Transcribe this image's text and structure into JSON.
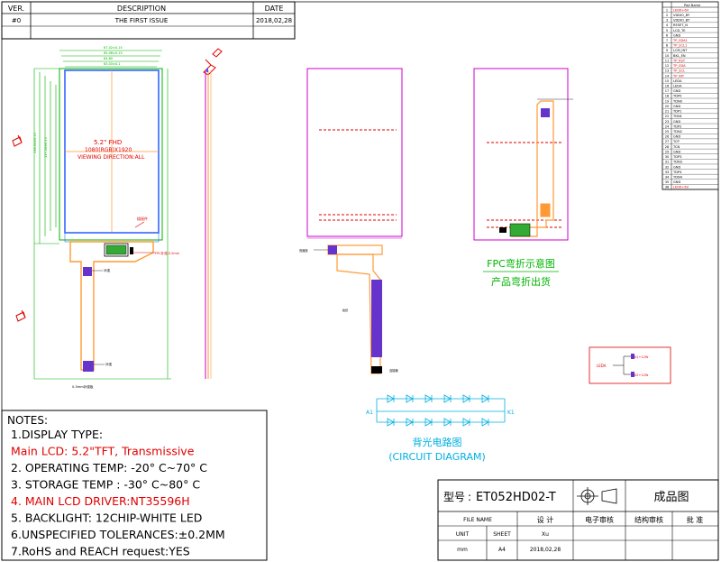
{
  "revision": {
    "headers": {
      "ver": "VER.",
      "description": "DESCRIPTION",
      "date": "DATE"
    },
    "rows": [
      {
        "ver": "#0",
        "description": "THE FIRST ISSUE",
        "date": "2018,02,28"
      }
    ]
  },
  "pin_table": {
    "header": {
      "no": "",
      "name": "Pad Name"
    },
    "pins": [
      {
        "no": "1",
        "name": "LEDK+6V"
      },
      {
        "no": "2",
        "name": "VDDIO_BY"
      },
      {
        "no": "3",
        "name": "VDDIO_BY"
      },
      {
        "no": "4",
        "name": "RESET_N"
      },
      {
        "no": "5",
        "name": "LCD_TE"
      },
      {
        "no": "6",
        "name": "GND"
      },
      {
        "no": "7",
        "name": "TP_SDA1"
      },
      {
        "no": "8",
        "name": "TP_SCL1"
      },
      {
        "no": "9",
        "name": "LCM_INT"
      },
      {
        "no": "10",
        "name": "BKL_EN"
      },
      {
        "no": "11",
        "name": "TP_RST"
      },
      {
        "no": "12",
        "name": "TP_SDA"
      },
      {
        "no": "13",
        "name": "TP_SCL"
      },
      {
        "no": "14",
        "name": "TP_INT"
      },
      {
        "no": "15",
        "name": "LEDA"
      },
      {
        "no": "16",
        "name": "LEDA"
      },
      {
        "no": "17",
        "name": "GND"
      },
      {
        "no": "18",
        "name": "TDP0"
      },
      {
        "no": "19",
        "name": "TDN0"
      },
      {
        "no": "20",
        "name": "GND"
      },
      {
        "no": "21",
        "name": "TDP1"
      },
      {
        "no": "22",
        "name": "TDN1"
      },
      {
        "no": "23",
        "name": "GND"
      },
      {
        "no": "24",
        "name": "TDP2"
      },
      {
        "no": "25",
        "name": "TDN2"
      },
      {
        "no": "26",
        "name": "GND"
      },
      {
        "no": "27",
        "name": "TCP"
      },
      {
        "no": "28",
        "name": "TCN"
      },
      {
        "no": "29",
        "name": "GND"
      },
      {
        "no": "30",
        "name": "TDP3"
      },
      {
        "no": "31",
        "name": "TDN3"
      },
      {
        "no": "32",
        "name": "GND"
      },
      {
        "no": "33",
        "name": "TDP4"
      },
      {
        "no": "34",
        "name": "TDN4"
      },
      {
        "no": "35",
        "name": "GND"
      },
      {
        "no": "36",
        "name": "LEDK+6V"
      }
    ]
  },
  "front_view": {
    "lcd_line1": "5.2\" FHD",
    "lcd_line2": "1080(RGB)X1920",
    "lcd_line3": "VIEWING DIRECTION:ALL",
    "fpc_label": "FPC补强 0.2mm",
    "contact_label": "插接件",
    "stiffener_label": "补强",
    "fpc_end_label": "0.3mm补强板"
  },
  "bent_view": {
    "fpc_caption": "FPC弯折示意图",
    "product_caption": "产品弯折出货"
  },
  "circuit": {
    "a1": "A1",
    "k1": "K1",
    "caption_cn": "背光电路图",
    "caption_en": "(CIRCUIT DIAGRAM)"
  },
  "notes": {
    "title": "NOTES:",
    "items": [
      {
        "text": "1.DISPLAY TYPE:",
        "color": "#000000"
      },
      {
        "text": "Main LCD:  5.2\"TFT, Transmissive",
        "color": "#e00000"
      },
      {
        "text": "2. OPERATING TEMP: -20° C~70° C",
        "color": "#000000"
      },
      {
        "text": "3. STORAGE TEMP : -30° C~80° C",
        "color": "#000000"
      },
      {
        "text": "4. MAIN LCD DRIVER:NT35596H",
        "color": "#e00000"
      },
      {
        "text": "5. BACKLIGHT: 12CHIP-WHITE LED",
        "color": "#000000"
      },
      {
        "text": "6.UNSPECIFIED TOLERANCES:±0.2MM",
        "color": "#000000"
      },
      {
        "text": "7.RoHS and REACH request:YES",
        "color": "#000000"
      }
    ]
  },
  "title_block": {
    "model_label": "型号",
    "model": "ET052HD02-T",
    "drawing_title": "成品图",
    "file_name_label": "FILE NAME",
    "design_label": "设 计",
    "electronic_review_label": "电子审核",
    "structure_review_label": "结构审核",
    "approve_label": "批 准",
    "unit_label": "UNIT",
    "sheet_label": "SHEET",
    "designer": "Xu",
    "unit": "mm",
    "sheet": "A4",
    "date": "2018,02,28"
  },
  "colors": {
    "dimension": "#00b400",
    "fpc": "#ff9933",
    "panel": "#3366ff",
    "magenta": "#cc00cc",
    "red": "#e00000",
    "cyan": "#00b0e0",
    "stiffener": "#6633cc"
  }
}
